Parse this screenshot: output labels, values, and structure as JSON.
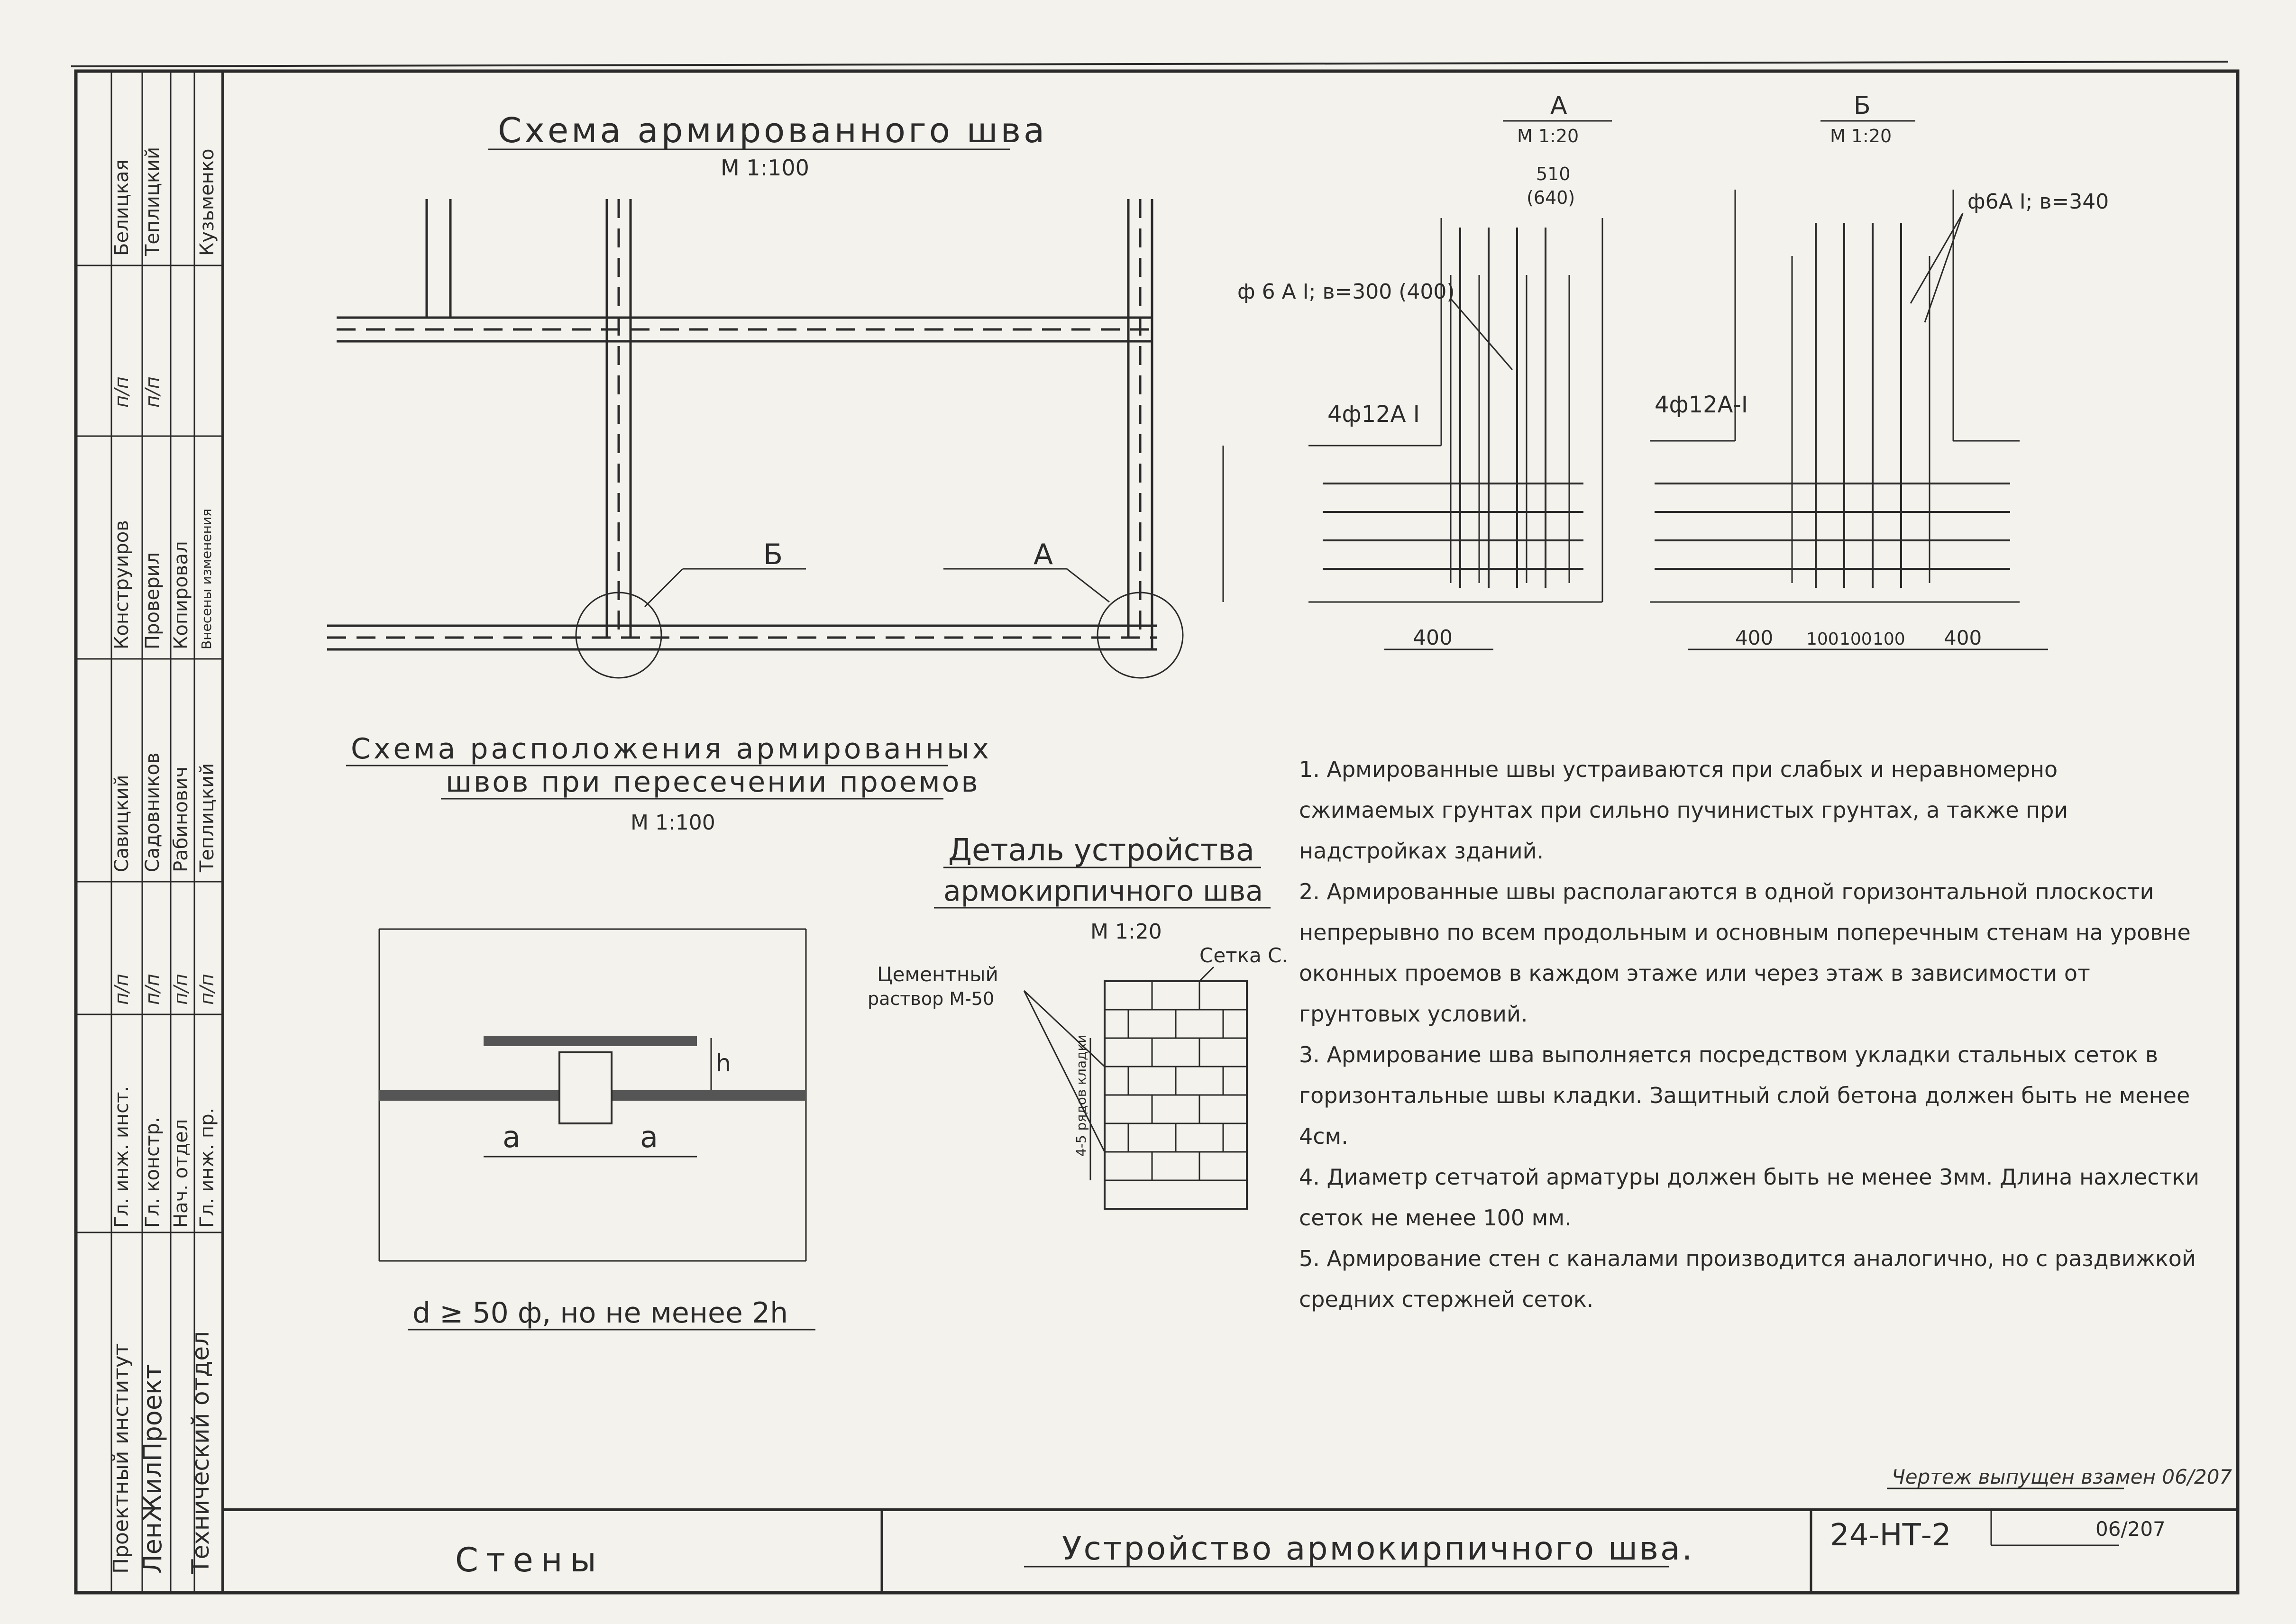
{
  "stamp": {
    "side_labels": {
      "institute": "Проектный институт",
      "institute_name": "ЛенЖилПроект",
      "department": "Технический отдел"
    },
    "roles": [
      {
        "role": "Гл. инж. инст.",
        "sign": "п/п",
        "position": "Савицкий",
        "task": "Конструиров",
        "initials": "п/п",
        "name": "Белицкая"
      },
      {
        "role": "Гл. констр.",
        "sign": "п/п",
        "position": "Садовников",
        "task": "Проверил",
        "initials": "п/п",
        "name": "Теплицкий"
      },
      {
        "role": "Нач. отдел",
        "sign": "п/п",
        "position": "Рабинович",
        "task": "Копировал",
        "initials": "",
        "name": ""
      },
      {
        "role": "Гл. инж. пр.",
        "sign": "п/п",
        "position": "Теплицкий",
        "task": "Внесены изменения",
        "initials": "",
        "name": "Кузьменко"
      }
    ]
  },
  "main_scheme": {
    "title": "Схема армированного шва",
    "scale": "М 1:100",
    "label_a": "А",
    "label_b": "Б"
  },
  "opening_scheme": {
    "title_line1": "Схема расположения армированных",
    "title_line2": "швов при пересечении проемов",
    "scale": "М 1:100",
    "dim_a": "а",
    "dim_h": "h",
    "formula": "d ≥ 50 ф, но не менее 2h"
  },
  "brick_detail": {
    "title_line1": "Деталь устройства",
    "title_line2": "армокирпичного шва",
    "scale": "М 1:20",
    "mortar_label": "Цементный",
    "mortar_label2": "раствор М-50",
    "mesh_label": "Сетка С.",
    "rows_label": "4-5 рядов кладки"
  },
  "node_a": {
    "title": "А",
    "scale": "М 1:20",
    "bar_top": "ф 6 А I; в=300 (400)",
    "bar_main": "4ф12А I",
    "dim_510": "510",
    "dim_640": "(640)",
    "dim_400": "400"
  },
  "node_b": {
    "title": "Б",
    "scale": "М 1:20",
    "bar_top": "ф6А I; в=340",
    "bar_main": "4ф12А-I",
    "dim_400_left": "400",
    "dim_100a": "100",
    "dim_100b": "100",
    "dim_100c": "100",
    "dim_400_right": "400"
  },
  "notes": [
    "1. Армированные швы устраиваются при слабых и неравномерно сжимаемых грунтах при сильно пучинистых грунтах, а также при надстройках зданий.",
    "2. Армированные швы располагаются в одной горизонтальной плоскости непрерывно по всем продольным и основным поперечным стенам на уровне оконных проемов в каждом этаже или через этаж в зависимости от грунтовых условий.",
    "3. Армирование шва выполняется посредством укладки стальных сеток в горизонтальные швы кладки. Защитный слой бетона должен быть не менее 4см.",
    "4. Диаметр сетчатой арматуры должен быть не менее 3мм. Длина нахлестки сеток не менее 100 мм.",
    "5. Армирование стен с каналами производится аналогично, но с раздвижкой средних стержней сеток."
  ],
  "issue_note": "Чертеж выпущен взамен 06/207",
  "title_block": {
    "section": "Стены",
    "drawing_title": "Устройство армокирпичного шва.",
    "code": "24-НТ-2",
    "sheet": "06/207"
  }
}
